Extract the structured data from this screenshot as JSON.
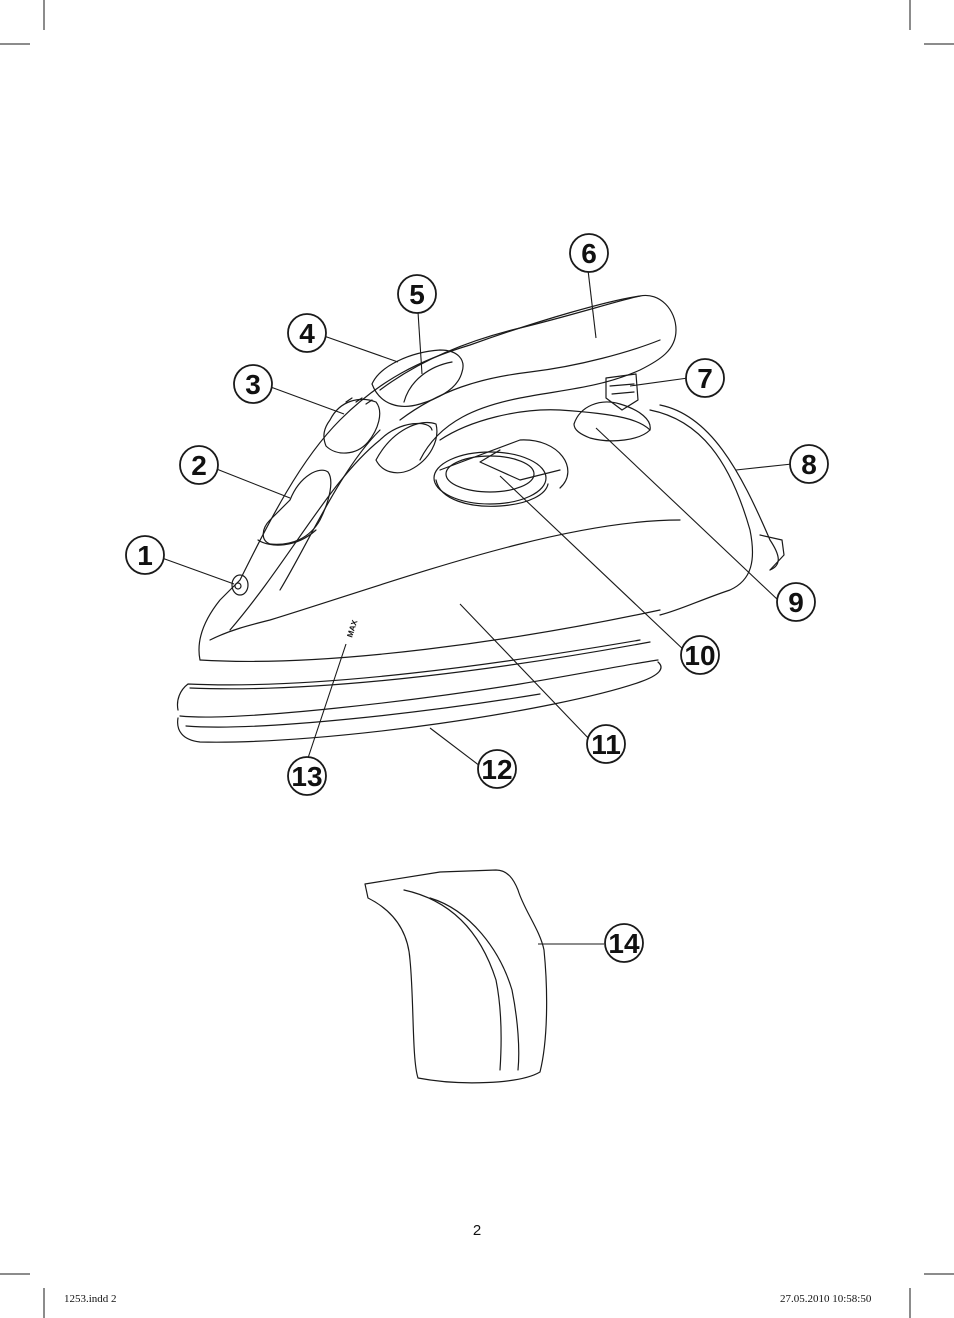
{
  "callouts": [
    "1",
    "2",
    "3",
    "4",
    "5",
    "6",
    "7",
    "8",
    "9",
    "10",
    "11",
    "12",
    "13",
    "14"
  ],
  "max_label": "MAX",
  "page_number": "2",
  "slug_left": "1253.indd   2",
  "slug_right": "27.05.2010   10:58:50"
}
